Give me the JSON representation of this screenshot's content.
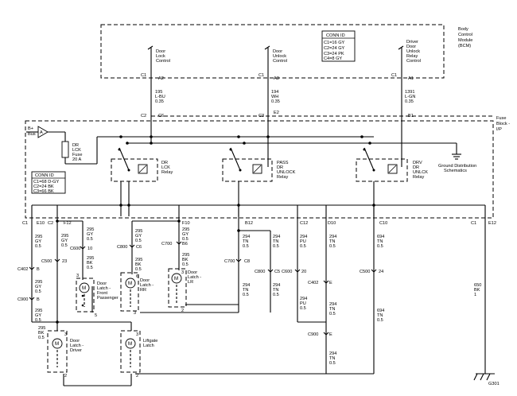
{
  "bcm": {
    "title": [
      "Body",
      "Control",
      "Module",
      "(BCM)"
    ],
    "conn_id_title": "CONN ID",
    "conn_id": [
      "C1=16 GY",
      "C2=24 GY",
      "C3=24 PK",
      "C4=8 GY"
    ],
    "outputs": [
      {
        "lines": [
          "Door",
          "Lock",
          "Control"
        ],
        "conn": "C1",
        "pin": "A2",
        "circuit": [
          "195",
          "L-BU",
          "0.35"
        ],
        "fuse_conn": "C2",
        "fuse_pin": "C6"
      },
      {
        "lines": [
          "Door",
          "Unlock",
          "Control"
        ],
        "conn": "C1",
        "pin": "A3",
        "circuit": [
          "194",
          "WH",
          "0.35"
        ],
        "fuse_conn": "C3",
        "fuse_pin": "E2"
      },
      {
        "lines": [
          "Driver",
          "Door",
          "Unlock",
          "Relay",
          "Control"
        ],
        "conn": "C1",
        "pin": "A1",
        "circuit": [
          "1391",
          "L-GN",
          "0.35"
        ],
        "fuse_conn": "",
        "fuse_pin": "B1"
      }
    ]
  },
  "fuse_block": {
    "title": [
      "Fuse",
      "Block -",
      "I/P"
    ],
    "bplus": [
      "B+",
      "Bus"
    ],
    "bus_symbol": "A",
    "fuse": [
      "DR",
      "LCK",
      "Fuse",
      "20 A"
    ],
    "conn_id_title": "CONN ID",
    "conn_id": [
      "C1=68 D-GY",
      "C2=24 BK",
      "C3=66 BK"
    ],
    "relays": [
      {
        "lines": [
          "DR",
          "LCK",
          "Relay"
        ]
      },
      {
        "lines": [
          "PASS",
          "DR",
          "UNLOCK",
          "Relay"
        ]
      },
      {
        "lines": [
          "DRV",
          "DR",
          "UNLCK",
          "Relay"
        ]
      }
    ],
    "ground_ref": [
      "Ground Distribution",
      "Schematics"
    ],
    "bottom_terminals": [
      "C1",
      "E10",
      "C2",
      "F12",
      "F10",
      "B12",
      "C12",
      "D10",
      "C10",
      "C1",
      "E12"
    ]
  },
  "inline_connectors": [
    "C402",
    "B",
    "C900",
    "B",
    "C500",
    "23",
    "C600",
    "10",
    "C800",
    "C6",
    "C700",
    "B6",
    "C700",
    "C8",
    "C800",
    "C5",
    "C600",
    "20",
    "C402",
    "E",
    "C900",
    "E",
    "C500",
    "24"
  ],
  "wires": [
    [
      "295",
      "GY",
      "0.5"
    ],
    [
      "295",
      "GY",
      "0.5"
    ],
    [
      "295",
      "GY",
      "0.5"
    ],
    [
      "295",
      "GY",
      "0.5"
    ],
    [
      "295",
      "BK",
      "0.5"
    ],
    [
      "295",
      "GY",
      "0.5"
    ],
    [
      "295",
      "BK",
      "0.5"
    ],
    [
      "295",
      "GY",
      "0.5"
    ],
    [
      "295",
      "BK",
      "0.5"
    ],
    [
      "295",
      "GY",
      "0.5"
    ],
    [
      "295",
      "BK",
      "0.5"
    ],
    [
      "294",
      "TN",
      "0.5"
    ],
    [
      "294",
      "TN",
      "0.5"
    ],
    [
      "294",
      "TN",
      "0.5"
    ],
    [
      "294",
      "TN",
      "0.5"
    ],
    [
      "294",
      "PU",
      "0.5"
    ],
    [
      "294",
      "PU",
      "0.5"
    ],
    [
      "294",
      "TN",
      "0.5"
    ],
    [
      "294",
      "TN",
      "0.5"
    ],
    [
      "294",
      "TN",
      "0.5"
    ],
    [
      "694",
      "TN",
      "0.5"
    ],
    [
      "694",
      "TN",
      "0.5"
    ],
    [
      "650",
      "BK",
      "1"
    ]
  ],
  "latches": [
    {
      "lines": [
        "Door",
        "Latch -",
        "Front",
        "Passenger"
      ]
    },
    {
      "lines": [
        "Door",
        "Latch -",
        "RR"
      ]
    },
    {
      "lines": [
        "Door",
        "Latch -",
        "LR"
      ]
    },
    {
      "lines": [
        "Door",
        "Latch -",
        "Driver"
      ]
    },
    {
      "lines": [
        "Liftgate",
        "Latch"
      ]
    }
  ],
  "latch_pins": [
    "3",
    "5",
    "6",
    "3",
    "3",
    "2",
    "3",
    "2",
    "3",
    "2"
  ],
  "motor_symbol": "M",
  "ground": "G301"
}
